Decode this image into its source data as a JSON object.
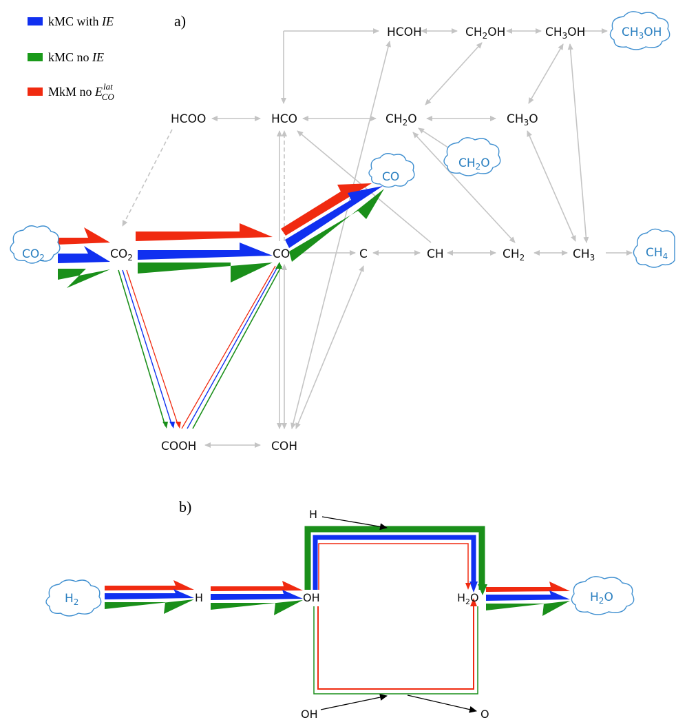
{
  "legend": [
    {
      "prefix": "kMC with ",
      "italic": "IE",
      "sub": "",
      "sup": "",
      "color": "#1030f0"
    },
    {
      "prefix": "kMC no ",
      "italic": "IE",
      "sub": "",
      "sup": "",
      "color": "#1a9a1a"
    },
    {
      "prefix": "MkM no ",
      "italic": "E",
      "sub": "CO",
      "sup": "lat",
      "color": "#f02a10"
    }
  ],
  "panel_a_label": "a)",
  "panel_b_label": "b)",
  "colors": {
    "blue": "#1030f0",
    "green": "#1a8f1a",
    "red": "#f02a10",
    "gray": "#c4c4c4",
    "cloud": "#3f8fd0"
  },
  "species": {
    "HCOH": "HCOH",
    "CH2OH": [
      "CH",
      "2",
      "OH"
    ],
    "CH3OH": [
      "CH",
      "3",
      "OH"
    ],
    "HCOO": "HCOO",
    "HCO": "HCO",
    "CH2O": [
      "CH",
      "2",
      "O"
    ],
    "CH3O": [
      "CH",
      "3",
      "O"
    ],
    "CO2": [
      "CO",
      "2"
    ],
    "CO": "CO",
    "C": "C",
    "CH": "CH",
    "CH2": [
      "CH",
      "2"
    ],
    "CH3": [
      "CH",
      "3"
    ],
    "COOH": "COOH",
    "COH": "COH"
  },
  "clouds_a": {
    "CO2": [
      "CO",
      "2"
    ],
    "CO": "CO",
    "CH2O": [
      "CH",
      "2",
      "O"
    ],
    "CH3OH": [
      "CH",
      "3",
      "OH"
    ],
    "CH4": [
      "CH",
      "4"
    ]
  },
  "panel_b": {
    "H2_cloud": [
      "H",
      "2"
    ],
    "H": "H",
    "OH": "OH",
    "H2O": [
      "H",
      "2",
      "O"
    ],
    "H2O_cloud": [
      "H",
      "2",
      "O"
    ],
    "H_top": "H",
    "OH_bottom": "OH",
    "O_bottom": "O"
  }
}
